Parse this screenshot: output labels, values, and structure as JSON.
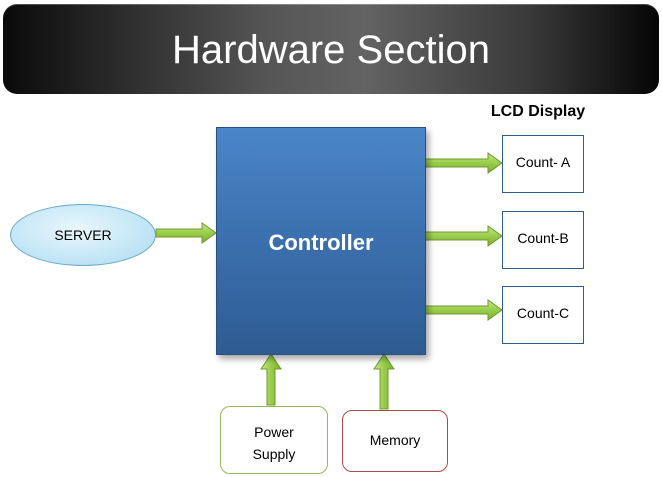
{
  "banner": {
    "title": "Hardware Section"
  },
  "lcd": {
    "title": "LCD Display"
  },
  "controller": {
    "label": "Controller"
  },
  "server": {
    "label": "SERVER"
  },
  "counts": [
    "Count- A",
    "Count-B",
    "Count-C"
  ],
  "power": {
    "line1": "Power",
    "line2": "Supply"
  },
  "memory": {
    "label": "Memory"
  },
  "colors": {
    "arrow_fill": "#9acd4a",
    "arrow_stroke": "#6f9a2c",
    "controller": "#3b6fad",
    "server": "#c3e6f6",
    "power_border": "#8fbc5a",
    "memory_border": "#b04a4a"
  }
}
